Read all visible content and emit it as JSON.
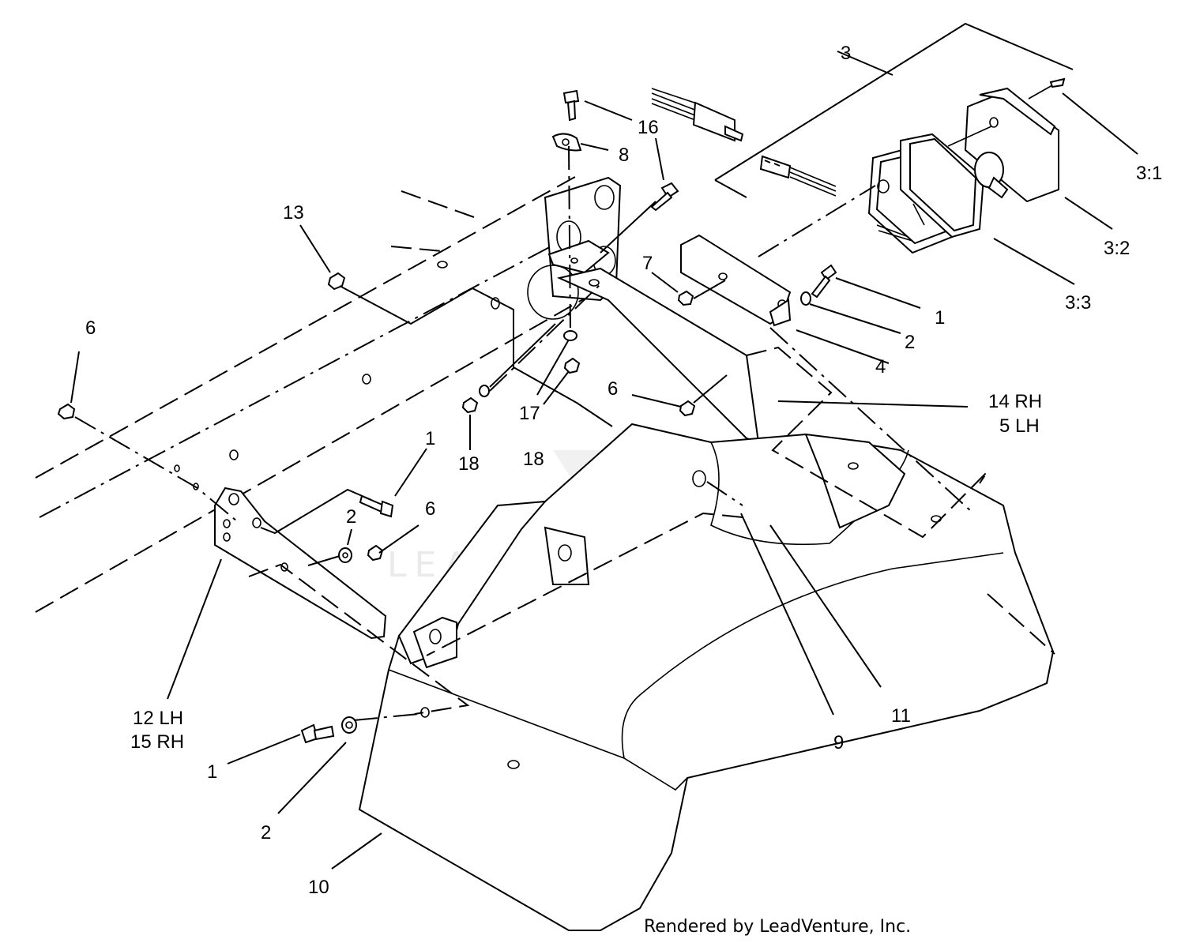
{
  "callouts": {
    "c3": "3",
    "c3_1": "3:1",
    "c3_2": "3:2",
    "c3_3": "3:3",
    "c16": "16",
    "c8": "8",
    "c13": "13",
    "c7": "7",
    "c1a": "1",
    "c2a": "2",
    "c4": "4",
    "c6a": "6",
    "c6b": "6",
    "c17": "17",
    "c18a": "18",
    "c18b": "18",
    "c14": "14  RH",
    "c5": "5  LH",
    "c1b": "1",
    "c2b": "2",
    "c6c": "6",
    "c12": "12 LH",
    "c15": "15 RH",
    "c1c": "1",
    "c2c": "2",
    "c10": "10",
    "c9": "9",
    "c11": "11"
  },
  "watermark": "LEADVENTURE",
  "credit": "Rendered by LeadVenture, Inc."
}
